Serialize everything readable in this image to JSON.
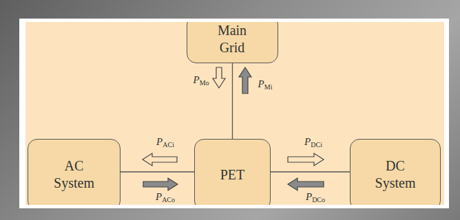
{
  "diagram": {
    "nodes": [
      {
        "text": [
          "Main Grid"
        ]
      },
      {
        "text": [
          "AC System"
        ]
      },
      {
        "text": [
          "PET"
        ]
      },
      {
        "text": [
          "DC System"
        ]
      }
    ],
    "edges": [
      {
        "from": 0,
        "to": 2,
        "arrow": "none"
      },
      {
        "from": 1,
        "to": 2,
        "arrow": "none"
      },
      {
        "from": 2,
        "to": 3,
        "arrow": "none"
      }
    ],
    "labels": [
      "PMo",
      "PMi",
      "PACi",
      "PACo",
      "PDCi",
      "PDCo"
    ]
  }
}
